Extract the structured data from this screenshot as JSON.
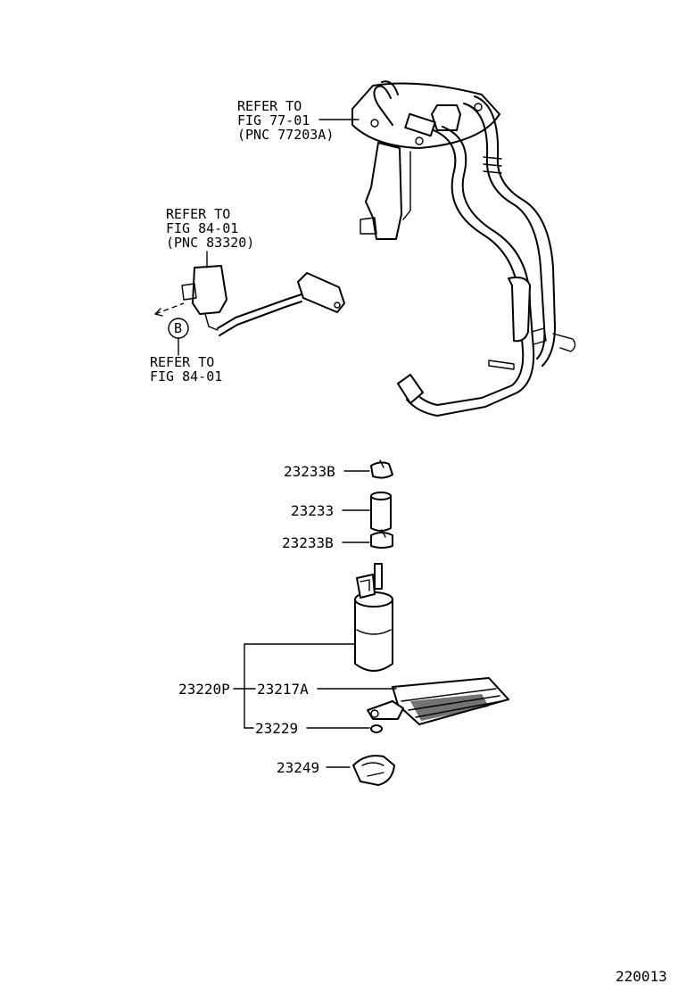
{
  "refs": {
    "fig77": {
      "line1": "REFER TO",
      "line2": "FIG 77-01",
      "line3": "(PNC 77203A)"
    },
    "fig84_pnc": {
      "line1": "REFER TO",
      "line2": "FIG 84-01",
      "line3": "(PNC 83320)"
    },
    "fig84": {
      "line1": "REFER TO",
      "line2": "FIG 84-01"
    },
    "connector_mark": "B"
  },
  "parts": {
    "p23233B_top": "23233B",
    "p23233": "23233",
    "p23233B_bottom": "23233B",
    "p23220P": "23220P",
    "p23217A": "23217A",
    "p23229": "23229",
    "p23249": "23249"
  },
  "illustration_id": "220013"
}
